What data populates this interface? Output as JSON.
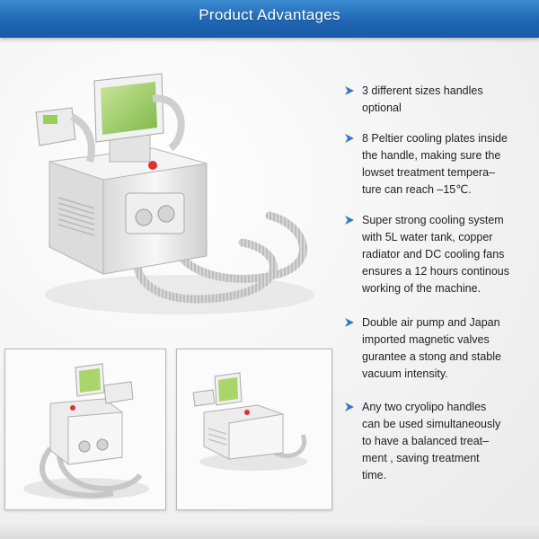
{
  "banner": {
    "title": "Product Advantages"
  },
  "colors": {
    "banner_blue": "#1f66b3",
    "bullet_blue": "#2f77c7",
    "screen_green": "#9ccf5a"
  },
  "features": [
    {
      "icon": "triangle-bullet-icon",
      "text": "3 different sizes handles\noptional"
    },
    {
      "icon": "triangle-bullet-icon",
      "text": "8 Peltier cooling plates inside\nthe handle, making sure the\nlowset treatment tempera–\nture  can reach –15℃."
    },
    {
      "icon": "triangle-bullet-icon",
      "text": "Super strong cooling system\nwith 5L water tank, copper\nradiator and DC cooling fans\nensures  a  12 hours continous\nworking of the machine."
    },
    {
      "icon": "triangle-bullet-icon",
      "text": "Double air pump and Japan\nimported magnetic valves\ngurantee a stong and stable\nvacuum intensity."
    },
    {
      "icon": "triangle-bullet-icon",
      "text": "Any two cryolipo handles\ncan be used simultaneously\nto have a balanced  treat–\nment , saving treatment\ntime."
    }
  ]
}
